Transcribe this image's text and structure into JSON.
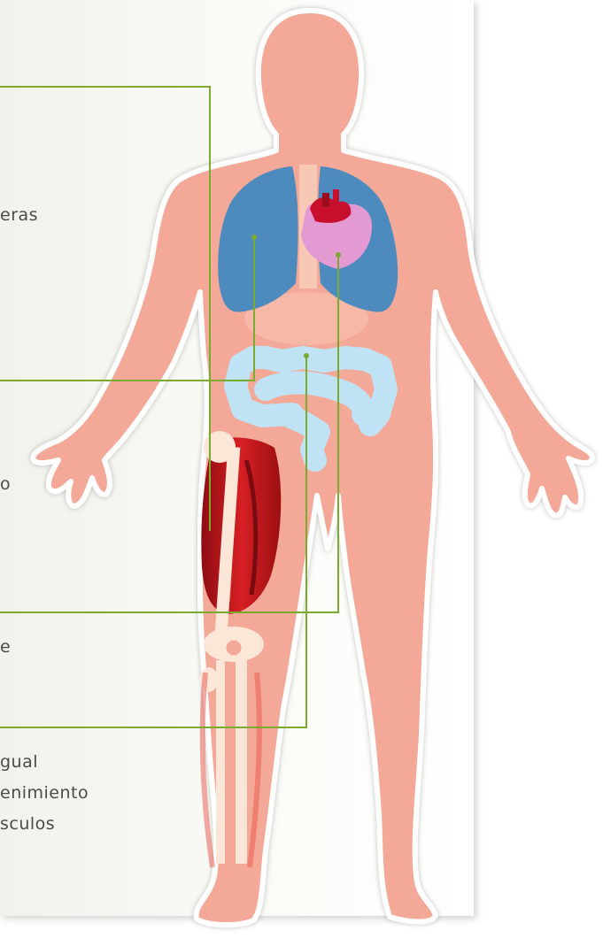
{
  "labels": {
    "lungs_fragment": "eras",
    "muscle_fragment": "o",
    "heart_fragment": "e",
    "intestine_line1": "gual",
    "intestine_line2": "enimiento",
    "intestine_line3": "sculos"
  },
  "colors": {
    "skin": "#f4a898",
    "lungs": "#4d8bbf",
    "heart_outer": "#e39ad3",
    "heart_inner": "#c8102e",
    "intestine": "#bfe2f4",
    "muscle": "#c8161d",
    "bone": "#fbe6d8",
    "connector": "#7aab2f",
    "panel": "#f5f5f0"
  }
}
